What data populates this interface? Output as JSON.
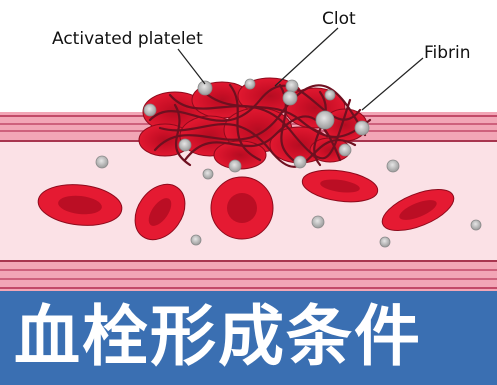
{
  "labels": {
    "activated_platelet": "Activated platelet",
    "clot": "Clot",
    "fibrin": "Fibrin"
  },
  "banner": {
    "title": "血栓形成条件"
  },
  "colors": {
    "vessel_wall": "#f2a6b6",
    "vessel_wall_stripe": "#c24a68",
    "vessel_lumen": "#fbe1e6",
    "red_cell": "#d9122b",
    "red_cell_center": "#b50d22",
    "platelet": "#c8c8c8",
    "fibrin": "#6e1020",
    "banner": "#3a6fb2",
    "banner_text": "#ffffff"
  }
}
